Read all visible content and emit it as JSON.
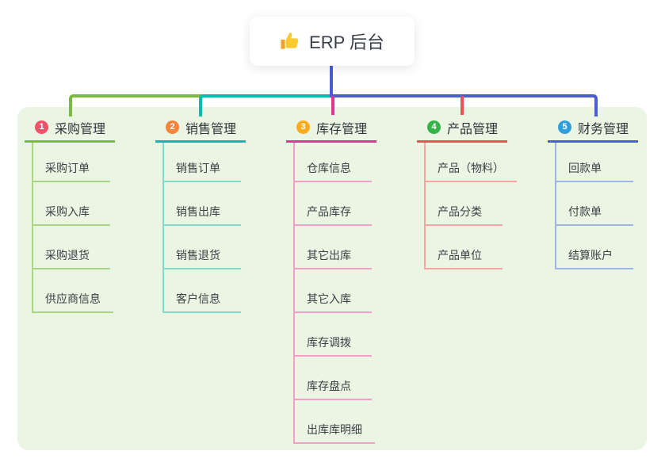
{
  "root": {
    "label": "ERP 后台",
    "icon": "thumbs-up-icon"
  },
  "branches": [
    {
      "badge": "1",
      "label": "采购管理",
      "color": "#7cb93f",
      "light_color": "#aad584",
      "badge_color": "#f4516b",
      "children": [
        "采购订单",
        "采购入库",
        "采购退货",
        "供应商信息"
      ]
    },
    {
      "badge": "2",
      "label": "销售管理",
      "color": "#12b7ae",
      "light_color": "#84dacc",
      "badge_color": "#f8833c",
      "children": [
        "销售订单",
        "销售出库",
        "销售退货",
        "客户信息"
      ]
    },
    {
      "badge": "3",
      "label": "库存管理",
      "color": "#e0368f",
      "light_color": "#f29fc7",
      "badge_color": "#fbab1b",
      "children": [
        "仓库信息",
        "产品库存",
        "其它出库",
        "其它入库",
        "库存调拨",
        "库存盘点",
        "出库库明细"
      ]
    },
    {
      "badge": "4",
      "label": "产品管理",
      "color": "#f15152",
      "light_color": "#f7a6a4",
      "badge_color": "#36b44a",
      "children": [
        "产品（物料）",
        "产品分类",
        "产品单位"
      ]
    },
    {
      "badge": "5",
      "label": "财务管理",
      "color": "#4a5ed2",
      "light_color": "#9fb3e6",
      "badge_color": "#2e9fda",
      "children": [
        "回款单",
        "付款单",
        "结算账户"
      ]
    }
  ],
  "connector": {
    "trunk_color": "#4a5ed2"
  },
  "canvas": {
    "background": "#ffffff",
    "panel_background": "#eaf6e3"
  }
}
